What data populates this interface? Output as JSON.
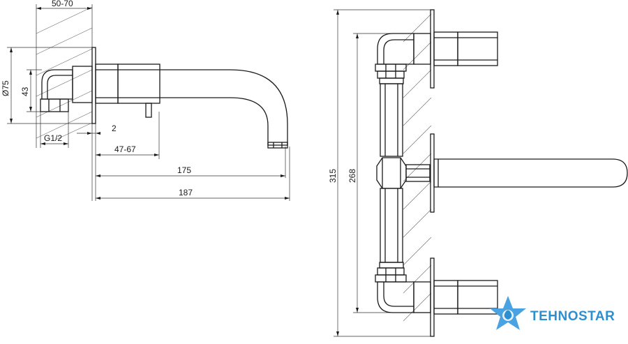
{
  "side_view": {
    "dims": {
      "wall_thickness": "50-70",
      "diameter": "Ø75",
      "height_43": "43",
      "thread": "G1/2",
      "gap": "2",
      "range": "47-67",
      "spout_reach": "175",
      "total_reach": "187"
    }
  },
  "front_view": {
    "dims": {
      "total_height": "315",
      "center_distance": "268"
    }
  },
  "logo": {
    "text_part1": "TEHNO",
    "text_part2": "STAR",
    "color": "#2e8fd0"
  }
}
